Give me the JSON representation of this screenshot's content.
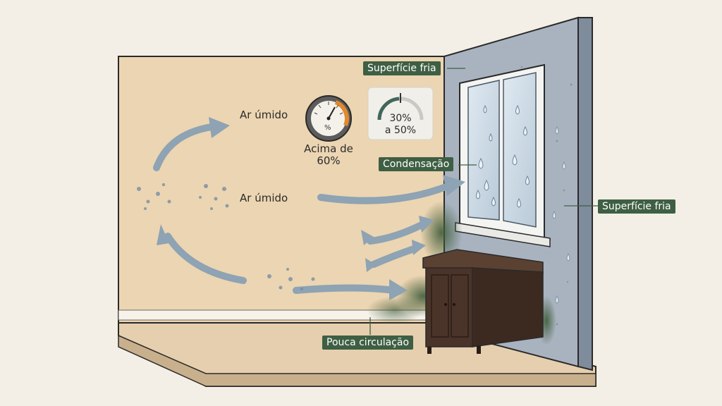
{
  "labels": {
    "cold_surface_top": "Superfície fria",
    "cold_surface_right": "Superfície fria",
    "condensation": "Condensação",
    "low_circulation": "Pouca circulação",
    "humid_air_1": "Ar úmido",
    "humid_air_2": "Ar úmido"
  },
  "hygrometer": {
    "unit": "%",
    "caption_line1": "Acima de",
    "caption_line2": "60%"
  },
  "ideal_range": {
    "line1": "30%",
    "line2": "a 50%"
  },
  "colors": {
    "background": "#f3efe6",
    "wall": "#ecd5b2",
    "cold_wall": "#a9b3c0",
    "label_bg": "#3e5f43",
    "arrow": "#8ea3b3",
    "mold": "#3f5c3a",
    "cabinet": "#4a3429"
  }
}
